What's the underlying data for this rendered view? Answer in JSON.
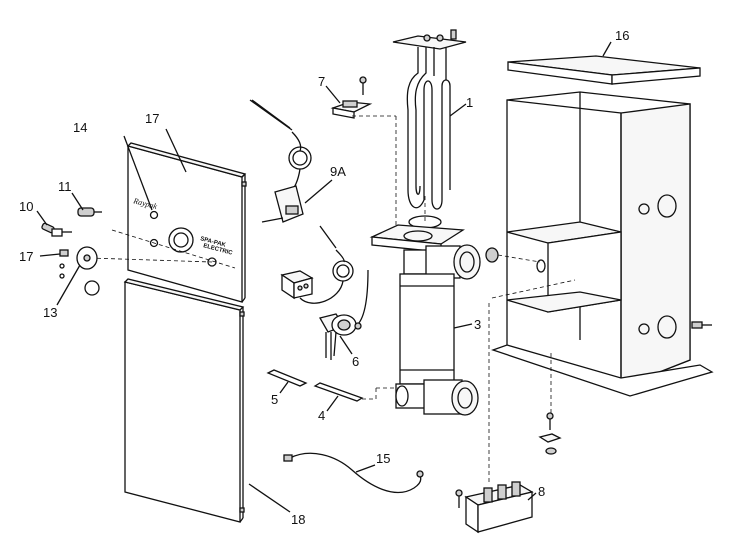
{
  "panel": {
    "logo": "Raypak",
    "model": "SPA-PAK",
    "sub": "ELECTRIC"
  },
  "callouts": [
    {
      "id": "c1",
      "text": "1"
    },
    {
      "id": "c3",
      "text": "3"
    },
    {
      "id": "c4",
      "text": "4"
    },
    {
      "id": "c5",
      "text": "5"
    },
    {
      "id": "c6",
      "text": "6"
    },
    {
      "id": "c7",
      "text": "7"
    },
    {
      "id": "c8",
      "text": "8"
    },
    {
      "id": "c9a",
      "text": "9A"
    },
    {
      "id": "c10",
      "text": "10"
    },
    {
      "id": "c11",
      "text": "11"
    },
    {
      "id": "c13",
      "text": "13"
    },
    {
      "id": "c14",
      "text": "14"
    },
    {
      "id": "c15",
      "text": "15"
    },
    {
      "id": "c16",
      "text": "16"
    },
    {
      "id": "c17a",
      "text": "17"
    },
    {
      "id": "c17b",
      "text": "17"
    },
    {
      "id": "c18",
      "text": "18"
    }
  ]
}
